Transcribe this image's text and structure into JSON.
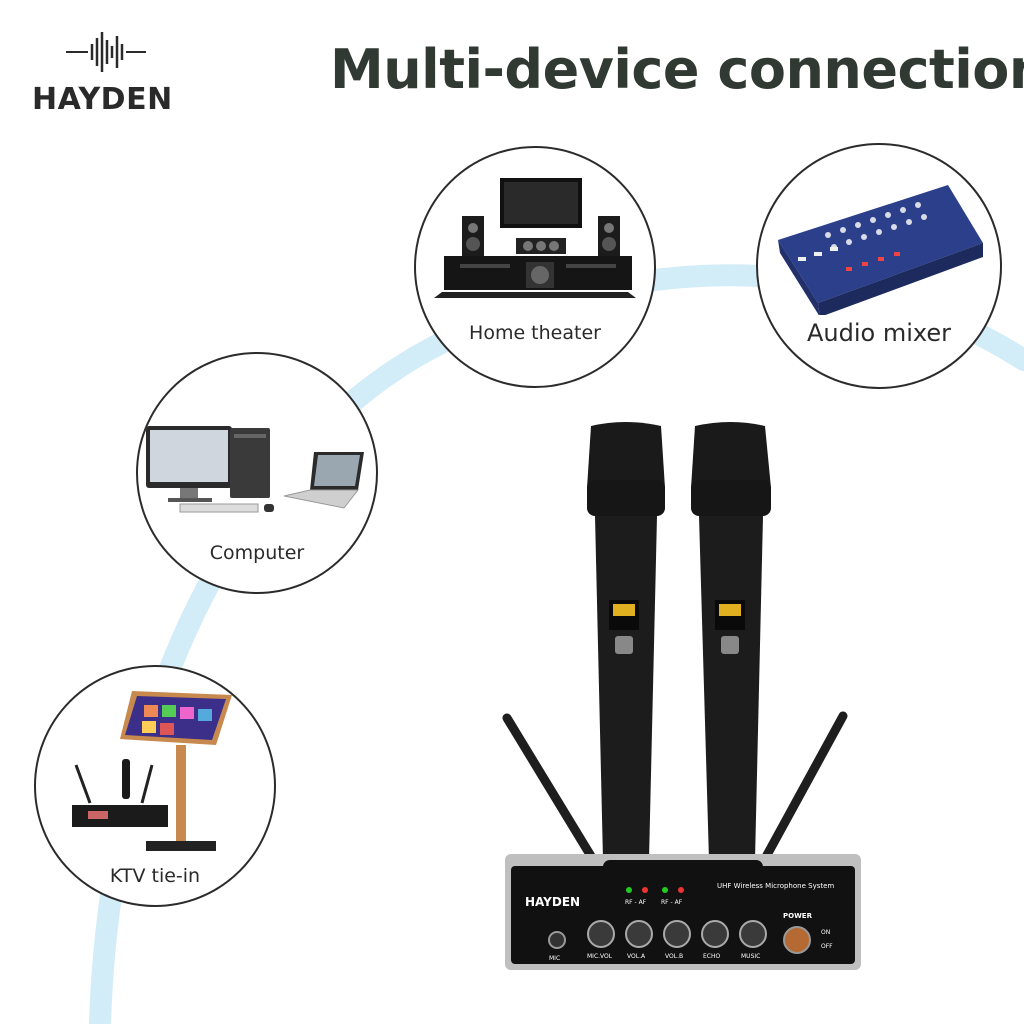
{
  "header": {
    "brand": "HAYDEN",
    "title": "Multi-device connection"
  },
  "connections": [
    {
      "label": "Home theater",
      "icon": "home-theater-icon"
    },
    {
      "label": "Audio mixer",
      "icon": "audio-mixer-icon"
    },
    {
      "label": "Computer",
      "icon": "computer-icon"
    },
    {
      "label": "KTV tie-in",
      "icon": "ktv-icon"
    }
  ],
  "receiver": {
    "brand": "HAYDEN",
    "model": "UHF Wireless Microphone System",
    "rf_a": "RF - AF",
    "rf_b": "RF - AF",
    "knobs": [
      "MIC.VOL",
      "VOL.A",
      "VOL.B",
      "ECHO",
      "MUSIC"
    ],
    "mic_jack": "MIC",
    "power": "POWER",
    "on": "ON",
    "off": "OFF"
  },
  "colors": {
    "arc": "#cfeaf6",
    "title": "#303a32",
    "mic_body": "#1b1b1b",
    "mixer": "#2c3f8a"
  }
}
